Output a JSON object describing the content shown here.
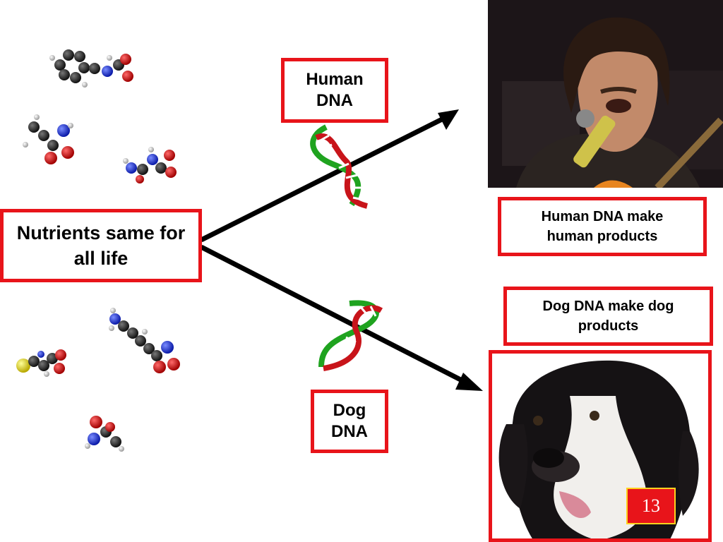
{
  "labels": {
    "nutrients": "Nutrients same for all life",
    "human_dna": "Human DNA",
    "dog_dna": "Dog DNA",
    "human_products": "Human DNA make human products",
    "dog_products": "Dog DNA make dog products"
  },
  "page_number": "13",
  "colors": {
    "box_border": "#e8141a",
    "arrow": "#000000",
    "helix_red": "#c8141a",
    "helix_green": "#1fa31f"
  },
  "icons": {
    "molecules": [
      "amino-acid-molecule-icon"
    ],
    "helix": "dna-double-helix-icon",
    "human_photo": "singer-with-microphone-photo",
    "dog_photo": "newfoundland-dog-photo"
  }
}
